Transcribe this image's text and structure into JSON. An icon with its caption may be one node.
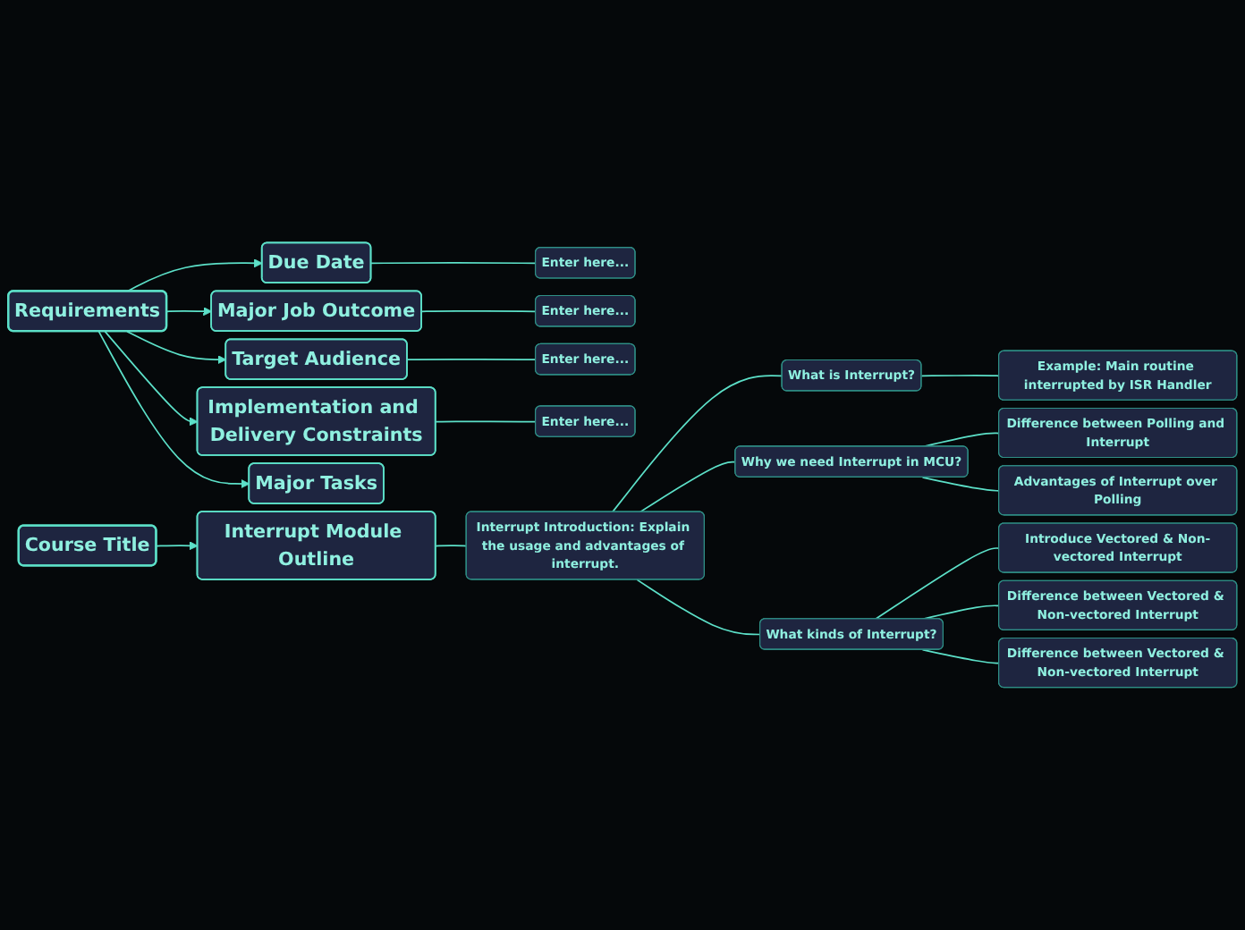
{
  "diagram": {
    "nodes": [
      {
        "text": [
          "Requirements"
        ]
      },
      {
        "text": [
          "Due Date"
        ]
      },
      {
        "text": [
          "Enter here..."
        ]
      },
      {
        "text": [
          "Major Job Outcome"
        ]
      },
      {
        "text": [
          "Enter here..."
        ]
      },
      {
        "text": [
          "Target Audience"
        ]
      },
      {
        "text": [
          "Enter here..."
        ]
      },
      {
        "text": [
          "Implementation and Delivery Constraints"
        ]
      },
      {
        "text": [
          "Enter here..."
        ]
      },
      {
        "text": [
          "Major Tasks"
        ]
      },
      {
        "text": [
          "Course Title"
        ]
      },
      {
        "text": [
          "Interrupt Module Outline"
        ]
      },
      {
        "text": [
          "Interrupt Introduction: Explain the usage and advantages of interrupt."
        ]
      },
      {
        "text": [
          "What is Interrupt?"
        ]
      },
      {
        "text": [
          "Example: Main routine interrupted by ISR Handler"
        ]
      },
      {
        "text": [
          "Why we need Interrupt in MCU?"
        ]
      },
      {
        "text": [
          "Difference between Polling and Interrupt"
        ]
      },
      {
        "text": [
          "Advantages of Interrupt over Polling"
        ]
      },
      {
        "text": [
          "What kinds of Interrupt?"
        ]
      },
      {
        "text": [
          "Introduce Vectored & Non-vectored Interrupt"
        ]
      },
      {
        "text": [
          "Difference between Vectored & Non-vectored Interrupt"
        ]
      },
      {
        "text": [
          "Difference between Vectored & Non-vectored Interrupt"
        ]
      }
    ],
    "edges": [
      {
        "from": 0,
        "to": 1,
        "arrow": "to"
      },
      {
        "from": 1,
        "to": 2,
        "arrow": "none"
      },
      {
        "from": 0,
        "to": 3,
        "arrow": "to"
      },
      {
        "from": 3,
        "to": 4,
        "arrow": "none"
      },
      {
        "from": 0,
        "to": 5,
        "arrow": "to"
      },
      {
        "from": 5,
        "to": 6,
        "arrow": "none"
      },
      {
        "from": 0,
        "to": 7,
        "arrow": "to"
      },
      {
        "from": 7,
        "to": 8,
        "arrow": "none"
      },
      {
        "from": 0,
        "to": 9,
        "arrow": "to"
      },
      {
        "from": 10,
        "to": 11,
        "arrow": "to"
      },
      {
        "from": 11,
        "to": 12,
        "arrow": "none"
      },
      {
        "from": 12,
        "to": 13,
        "arrow": "none"
      },
      {
        "from": 13,
        "to": 14,
        "arrow": "none"
      },
      {
        "from": 12,
        "to": 15,
        "arrow": "none"
      },
      {
        "from": 15,
        "to": 16,
        "arrow": "none"
      },
      {
        "from": 15,
        "to": 17,
        "arrow": "none"
      },
      {
        "from": 12,
        "to": 18,
        "arrow": "none"
      },
      {
        "from": 18,
        "to": 19,
        "arrow": "none"
      },
      {
        "from": 18,
        "to": 20,
        "arrow": "none"
      },
      {
        "from": 18,
        "to": 21,
        "arrow": "none"
      }
    ]
  }
}
